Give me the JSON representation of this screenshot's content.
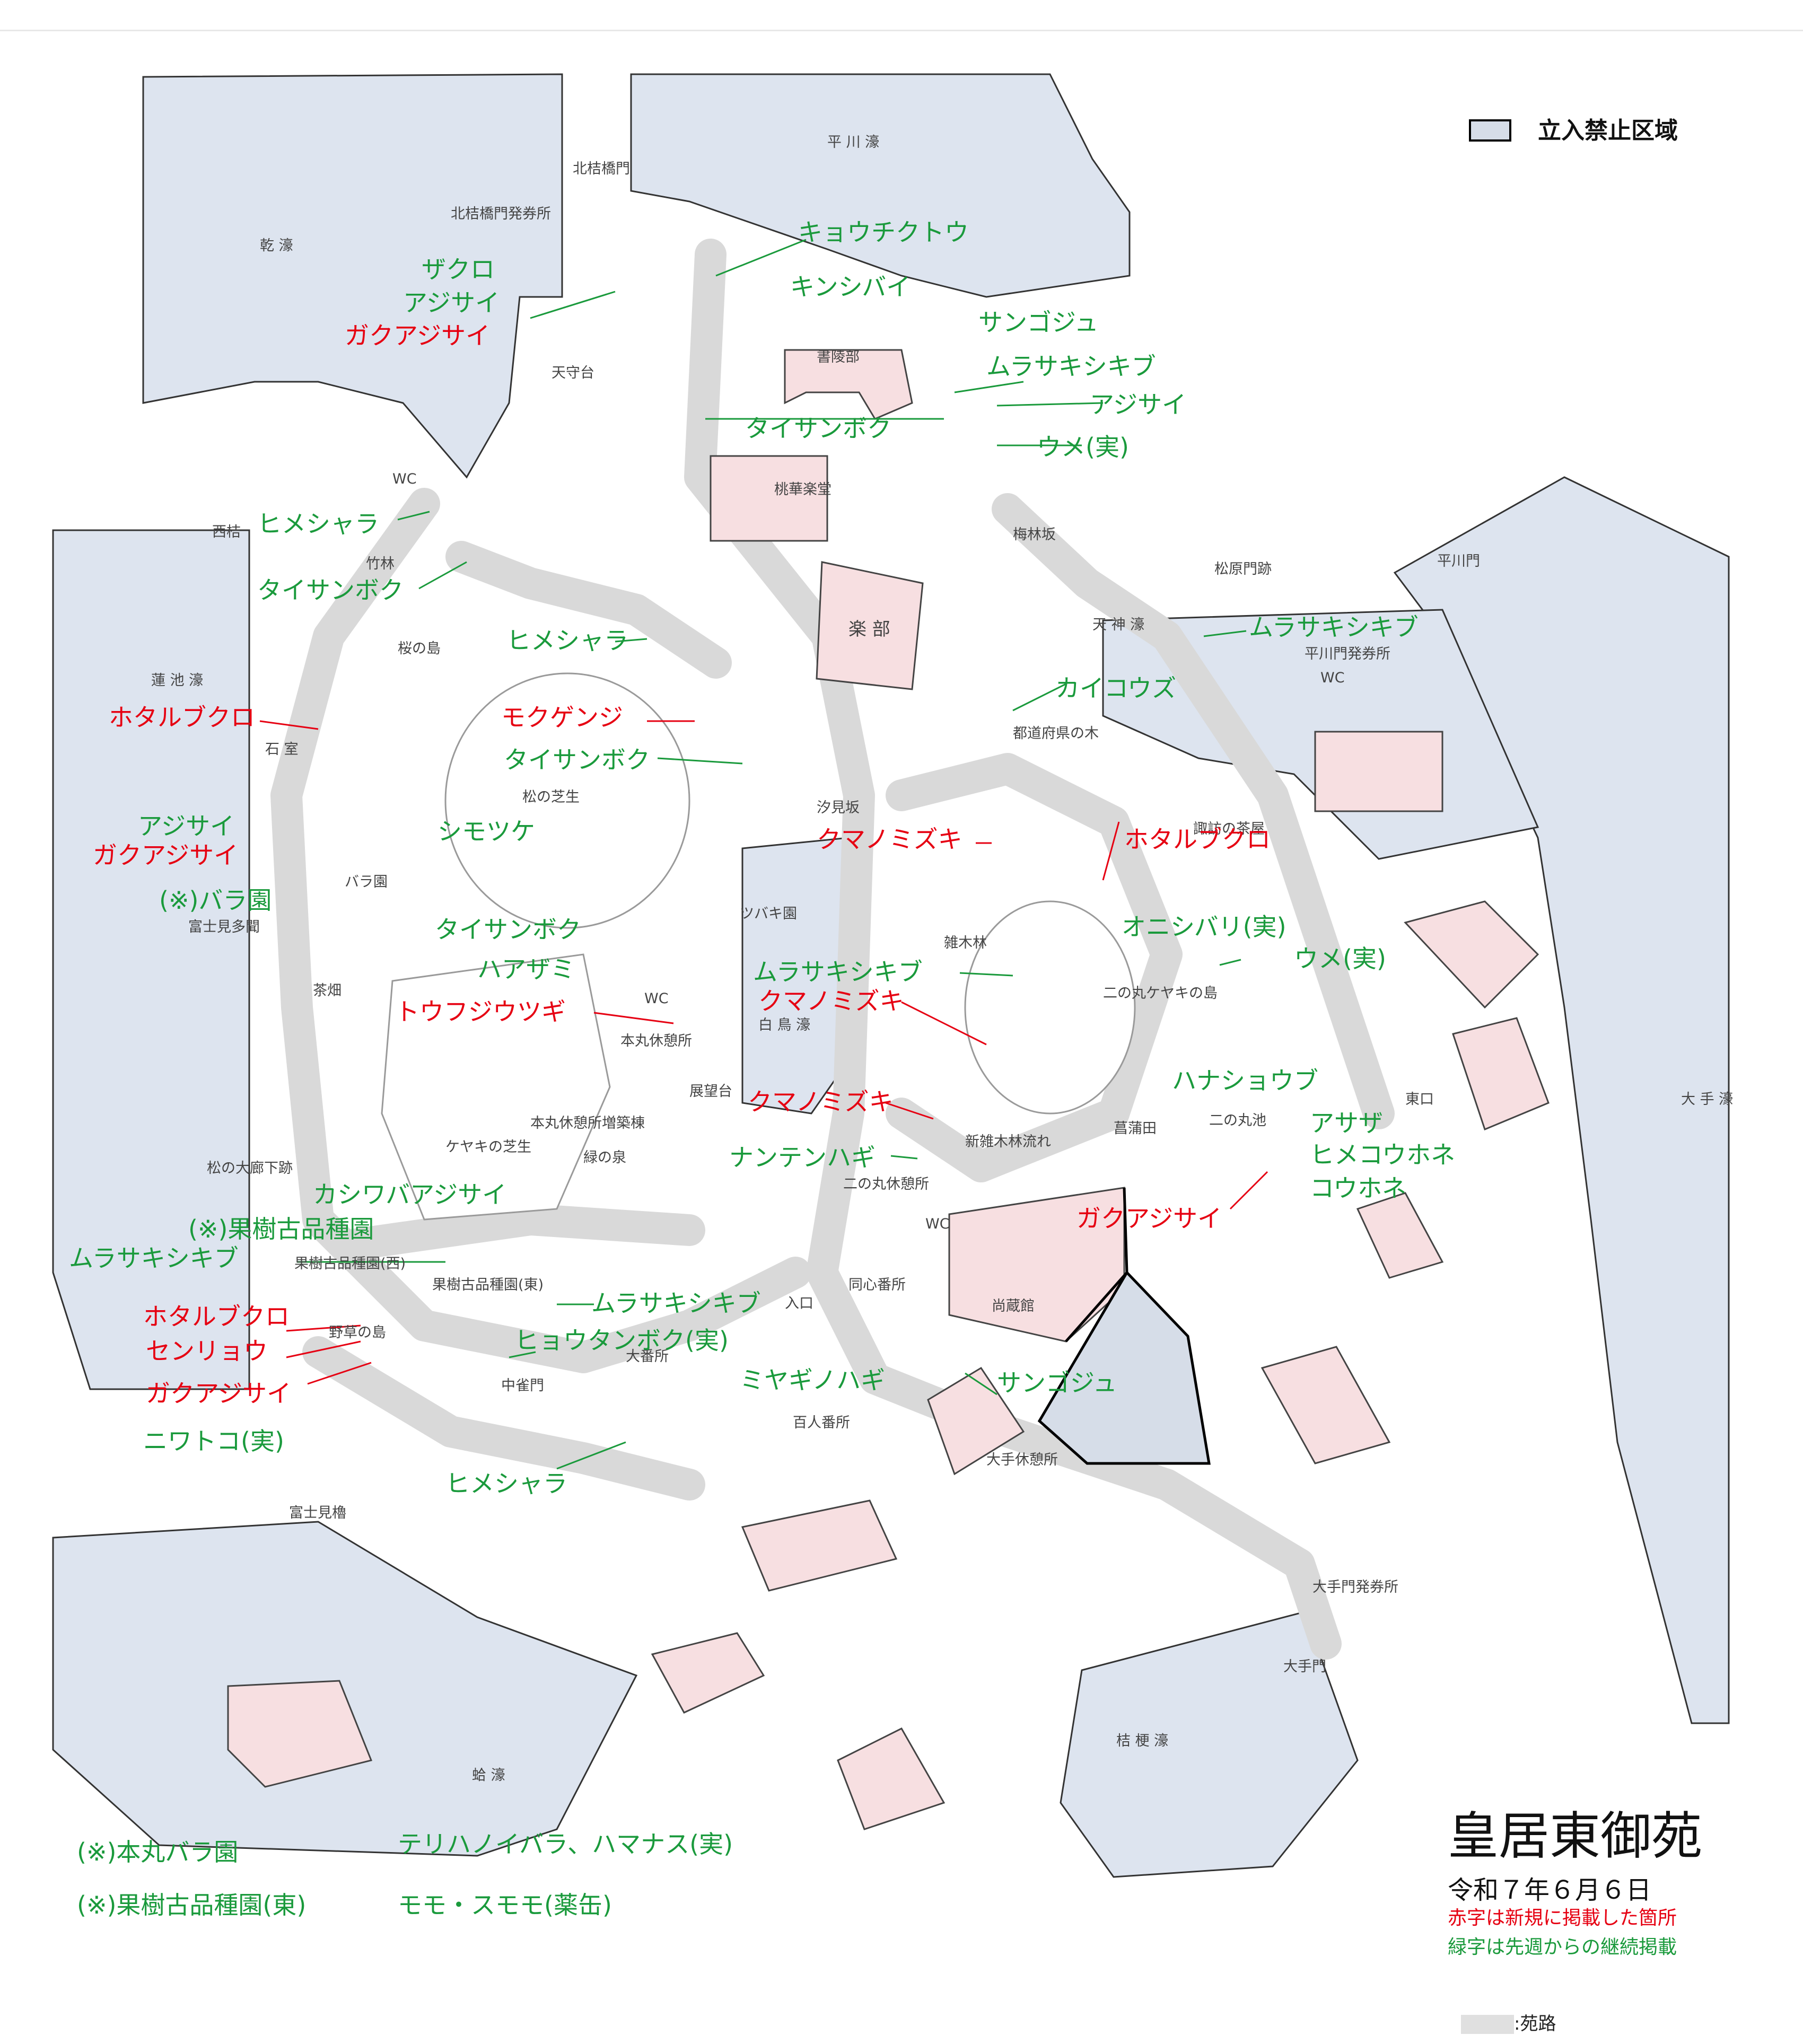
{
  "legend": {
    "restricted_area": "立入禁止区域",
    "path": ":苑路"
  },
  "title": "皇居東御苑",
  "date": "令和７年６月６日",
  "notes": {
    "red": "赤字は新規に掲載した箇所",
    "green": "緑字は先週からの継続掲載"
  },
  "footnotes": {
    "rose_garden": "(※)本丸バラ園",
    "rose_plants": "テリハノイバラ、ハマナス(実)",
    "orchard": "(※)果樹古品種園(東)",
    "orchard_plants": "モモ・スモモ(薬缶)"
  },
  "places": {
    "hirakawa_moat": "平 川 濠",
    "kitahanebashi_gate": "北桔橋門",
    "kitahanebashi_ticket": "北桔橋門発券所",
    "inui_moat": "乾 濠",
    "tenshudai": "天守台",
    "shoryobu": "書陵部",
    "tokagakudo": "桃華楽堂",
    "gakubu": "楽 部",
    "bairinzaka": "梅林坂",
    "matsubaramon": "松原門跡",
    "hirakawamon": "平川門",
    "hirakawamon_ticket": "平川門発券所",
    "tenjin_moat": "天 神 濠",
    "todofuken": "都道府県の木",
    "wc1": "WC",
    "wc2": "WC",
    "wc3": "WC",
    "wc4": "WC",
    "nishihane": "西桔",
    "chikurin": "竹林",
    "sakuranoshima": "桜の島",
    "hasuike_moat": "蓮 池 濠",
    "ishimuro": "石 室",
    "matsunoshibafu": "松の芝生",
    "shiomizaka": "汐見坂",
    "barazono": "バラ園",
    "fujimitamon": "富士見多聞",
    "tsubakien": "ツバキ園",
    "suwanochaya": "諏訪の茶屋",
    "zokibayashi": "雑木林",
    "ninomaru_keyaki": "二の丸ケヤキの島",
    "chabatake": "茶畑",
    "hakucho_moat": "白 鳥 濠",
    "honmaru_rest": "本丸休憩所",
    "tenbodai": "展望台",
    "honmaru_rest_annex": "本丸休憩所増築棟",
    "keyaki_shibafu": "ケヤキの芝生",
    "midori_izumi": "緑の泉",
    "shin_zokibayashi": "新雑木林流れ",
    "shobuta": "菖蒲田",
    "ninomaru_ike": "二の丸池",
    "ninomaru_rest": "二の丸休憩所",
    "matsu_oroka": "松の大廊下跡",
    "kaju_west": "果樹古品種園(西)",
    "kaju_east": "果樹古品種園(東)",
    "yasounoshima": "野草の島",
    "chujakumon": "中雀門",
    "obansho": "大番所",
    "doshinbansho": "同心番所",
    "shozokan": "尚蔵館",
    "hyakuninbansho": "百人番所",
    "ote_rest": "大手休憩所",
    "fujimiyagura": "富士見櫓",
    "otemon_ticket": "大手門発券所",
    "otemon": "大手門",
    "ote_moat": "大 手 濠",
    "kikyo_moat": "桔 梗 濠",
    "hamaguri_moat": "蛤 濠",
    "iriguchi": "入口",
    "higashi": "東口"
  },
  "plants_green": {
    "kyochikuto": "キョウチクトウ",
    "zakuro": "ザクロ",
    "kinshibai": "キンシバイ",
    "ajisai_top": "アジサイ",
    "sangoju_top": "サンゴジュ",
    "murasaki_top": "ムラサキシキブ",
    "ajisai_east": "アジサイ",
    "taisanboku_shoryo": "タイサンボク",
    "ume_top": "ウメ(実)",
    "himeshara_west": "ヒメシャラ",
    "taisanboku_chikurin": "タイサンボク",
    "himeshara_matsu": "ヒメシャラ",
    "murasaki_tenjin": "ムラサキシキブ",
    "kaikouzu": "カイコウズ",
    "taisanboku_matsu": "タイサンボク",
    "ajisai_bara": "アジサイ",
    "shimotsuke": "シモツケ",
    "bara_garden": "(※)バラ園",
    "onishibari": "オニシバリ(実)",
    "ume_ninomaru": "ウメ(実)",
    "taisanboku_south": "タイサンボク",
    "haazami": "ハアザミ",
    "murasaki_zoki": "ムラサキシキブ",
    "hanashobu": "ハナショウブ",
    "asaza": "アサザ",
    "himekouhone": "ヒメコウホネ",
    "kouhone": "コウホネ",
    "nantenhagi": "ナンテンハギ",
    "kashiwaba": "カシワバアジサイ",
    "kaju_garden": "(※)果樹古品種園",
    "murasaki_kaju": "ムラサキシキブ",
    "murasaki_chujaku": "ムラサキシキブ",
    "hyotanboku": "ヒョウタンボク(実)",
    "miyaginohagi": "ミヤギノハギ",
    "sangoju_south": "サンゴジュ",
    "niwatoko": "ニワトコ(実)",
    "himeshara_south": "ヒメシャラ"
  },
  "plants_red": {
    "gakuajisai_top": "ガクアジサイ",
    "hotarubukuro_ishi": "ホタルブクロ",
    "mokugenji": "モクゲンジ",
    "kumanomizuki_1": "クマノミズキ",
    "hotarubukuro_suwa": "ホタルブクロ",
    "gakuajisai_bara": "ガクアジサイ",
    "toufujiutsugi": "トウフジウツギ",
    "kumanomizuki_2": "クマノミズキ",
    "kumanomizuki_3": "クマノミズキ",
    "gakuajisai_ninomaru": "ガクアジサイ",
    "hotarubukuro_yaso": "ホタルブクロ",
    "senryo": "センリョウ",
    "gakuajisai_yaso": "ガクアジサイ"
  },
  "colors": {
    "moat": "#dde4ef",
    "building": "#f7dfe1",
    "path": "#d9d9d9",
    "restricted": "#d6dde8",
    "green_text": "#1a9a3c",
    "red_text": "#e60012"
  }
}
